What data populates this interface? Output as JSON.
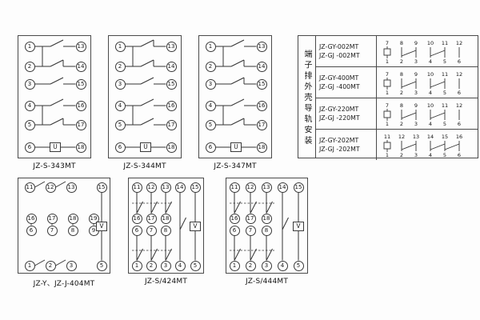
{
  "top_panels": [
    {
      "caption": "JZ-S-343MT",
      "left_terminals": [
        "1",
        "2",
        "3",
        "4",
        "5",
        "6"
      ],
      "right_terminals": [
        "13",
        "14",
        "15",
        "16",
        "17",
        "18"
      ],
      "coil_label": "U"
    },
    {
      "caption": "JZ-S-344MT",
      "left_terminals": [
        "1",
        "2",
        "3",
        "4",
        "5",
        "6"
      ],
      "right_terminals": [
        "13",
        "14",
        "15",
        "16",
        "17",
        "18"
      ],
      "coil_label": "U"
    },
    {
      "caption": "JZ-S-347MT",
      "left_terminals": [
        "1",
        "2",
        "3",
        "4",
        "5",
        "6"
      ],
      "right_terminals": [
        "13",
        "14",
        "15",
        "16",
        "17",
        "18"
      ],
      "coil_label": "U"
    }
  ],
  "mounting_table": {
    "vertical_header": "端子排外壳导轨安装",
    "rows": [
      {
        "model_top": "JZ-GY-002MT",
        "model_bottom": "JZ-GJ -002MT",
        "top_numbers": [
          "7",
          "8",
          "9",
          "10",
          "11",
          "12"
        ],
        "bottom_numbers": [
          "1",
          "2",
          "3",
          "4",
          "5",
          "6"
        ]
      },
      {
        "model_top": "JZ-GY-400MT",
        "model_bottom": "JZ-GJ -400MT",
        "top_numbers": [
          "7",
          "8",
          "9",
          "10",
          "11",
          "12"
        ],
        "bottom_numbers": [
          "1",
          "2",
          "3",
          "4",
          "5",
          "6"
        ]
      },
      {
        "model_top": "JZ-GY-220MT",
        "model_bottom": "JZ-GJ -220MT",
        "top_numbers": [
          "7",
          "8",
          "9",
          "10",
          "11",
          "12"
        ],
        "bottom_numbers": [
          "1",
          "2",
          "3",
          "4",
          "5",
          "6"
        ]
      },
      {
        "model_top": "JZ-GY-202MT",
        "model_bottom": "JZ-GJ -202MT",
        "top_numbers": [
          "11",
          "12",
          "13",
          "14",
          "15",
          "16"
        ],
        "bottom_numbers": [
          "1",
          "2",
          "3",
          "4",
          "5",
          "6"
        ]
      }
    ]
  },
  "bottom_panels": [
    {
      "caption": "JZ-Y、JZ-J-404MT",
      "top_terminals": [
        "11",
        "12",
        "13",
        "15"
      ],
      "mid_upper_terminals": [
        "16",
        "17",
        "18",
        "19"
      ],
      "mid_lower_terminals": [
        "6",
        "7",
        "8",
        "9"
      ],
      "bottom_terminals": [
        "1",
        "2",
        "3",
        "5"
      ],
      "coil_label": "V"
    },
    {
      "caption": "JZ-S/424MT",
      "top_terminals": [
        "11",
        "12",
        "13",
        "14",
        "15"
      ],
      "mid_upper_terminals": [
        "16",
        "17",
        "18"
      ],
      "mid_lower_terminals": [
        "6",
        "7",
        "8"
      ],
      "bottom_terminals": [
        "1",
        "2",
        "3",
        "4",
        "5"
      ],
      "coil_label": "V"
    },
    {
      "caption": "JZ-S/444MT",
      "top_terminals": [
        "11",
        "12",
        "13",
        "14",
        "15"
      ],
      "mid_upper_terminals": [
        "16",
        "17",
        "18"
      ],
      "mid_lower_terminals": [
        "6",
        "7",
        "8"
      ],
      "bottom_terminals": [
        "1",
        "2",
        "3",
        "4",
        "5"
      ],
      "coil_label": "V"
    }
  ]
}
